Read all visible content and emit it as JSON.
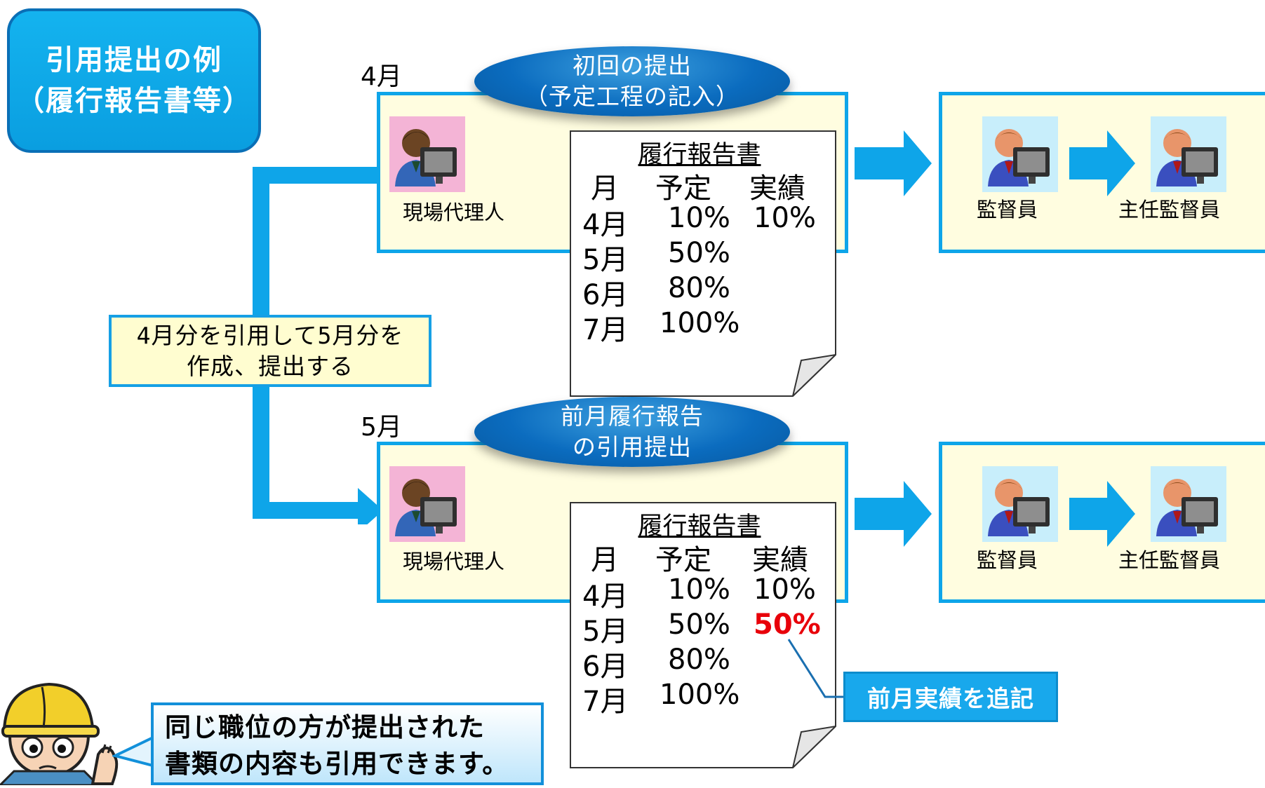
{
  "title": {
    "line1": "引用提出の例",
    "line2": "（履行報告書等）"
  },
  "sections": [
    {
      "month": "4月",
      "ellipse": {
        "line1": "初回の提出",
        "line2": "（予定工程の記入）"
      },
      "submitter": "現場代理人",
      "reviewers": [
        "監督員",
        "主任監督員"
      ],
      "report": {
        "title": "履行報告書",
        "headers": [
          "月",
          "予定",
          "実績"
        ],
        "rows": [
          [
            "4月",
            "10%",
            "10%"
          ],
          [
            "5月",
            "50%",
            ""
          ],
          [
            "6月",
            "80%",
            ""
          ],
          [
            "7月",
            "100%",
            ""
          ]
        ]
      }
    },
    {
      "month": "5月",
      "ellipse": {
        "line1": "前月履行報告",
        "line2": "の引用提出"
      },
      "submitter": "現場代理人",
      "reviewers": [
        "監督員",
        "主任監督員"
      ],
      "report": {
        "title": "履行報告書",
        "headers": [
          "月",
          "予定",
          "実績"
        ],
        "rows": [
          [
            "4月",
            "10%",
            "10%"
          ],
          [
            "5月",
            "50%",
            "50%"
          ],
          [
            "6月",
            "80%",
            ""
          ],
          [
            "7月",
            "100%",
            ""
          ]
        ]
      }
    }
  ],
  "quote_note": {
    "line1": "4月分を引用して5月分を",
    "line2": "作成、提出する"
  },
  "annotation": "前月実績を追記",
  "speech": {
    "line1": "同じ職位の方が提出された",
    "line2": "書類の内容も引用できます。"
  },
  "colors": {
    "accent_blue": "#0ea5e9",
    "box_fill": "#fffde0",
    "highlight_red": "#e8000a"
  }
}
